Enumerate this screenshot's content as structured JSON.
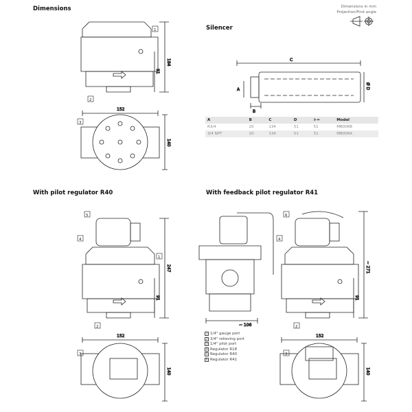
{
  "titles": {
    "dimensions": "Dimensions",
    "silencer": "Silencer",
    "r40": "With pilot regulator R40",
    "r41": "With feedback pilot regulator R41"
  },
  "note": {
    "units": "Dimensions in mm",
    "projection": "Projection/First angle"
  },
  "dims": {
    "top_height": "184",
    "top_port": "91",
    "top_width": "152",
    "top_depth": "140",
    "r40_height": "247",
    "r40_port": "91",
    "r40_width": "152",
    "r40_depth": "140",
    "r41_height": "~ 271",
    "r41_port": "91",
    "r41_width": "152",
    "r41_depth": "140",
    "r18_offset": "~ 106",
    "sil_a": "A",
    "sil_b": "B",
    "sil_c": "C",
    "sil_d": "Ø D"
  },
  "callouts": [
    "1",
    "2",
    "3",
    "4",
    "5",
    "6"
  ],
  "table": {
    "headers": [
      "A",
      "B",
      "C",
      "D",
      "⊱=",
      "Model"
    ],
    "rows": [
      [
        "R3/4",
        "20",
        "134",
        "51",
        "51",
        "MB006B"
      ],
      [
        "3/4 NPT",
        "20",
        "134",
        "51",
        "51",
        "MB006A"
      ]
    ]
  },
  "legend": [
    {
      "n": "1",
      "t": "1/4\" gauge port"
    },
    {
      "n": "2",
      "t": "3/4\" relieving port"
    },
    {
      "n": "3",
      "t": "1/4\" pilot port"
    },
    {
      "n": "4",
      "t": "Regulator R18"
    },
    {
      "n": "5",
      "t": "Regulator R40"
    },
    {
      "n": "6",
      "t": "Regulator R41"
    }
  ]
}
